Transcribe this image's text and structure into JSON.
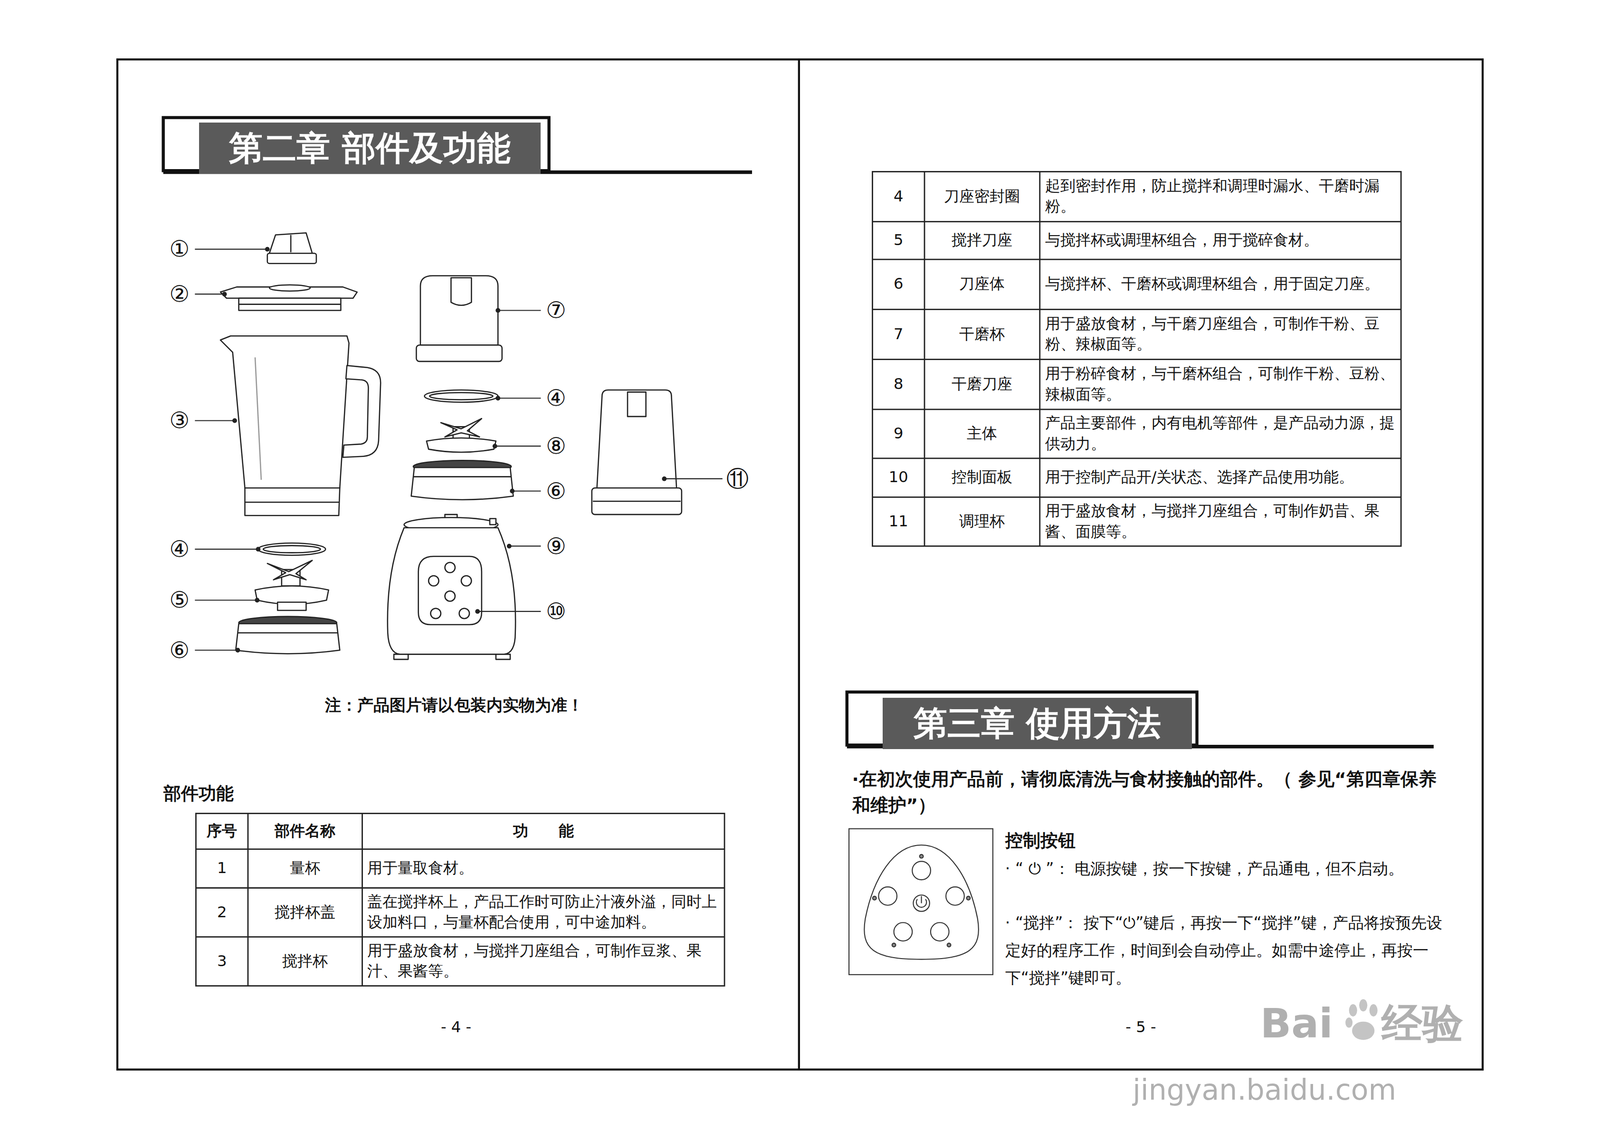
{
  "diagram": {
    "nodes": [
      {
        "text": [
          "第二章 部件及功能"
        ]
      },
      {
        "text": [
          "第三章 使用方法"
        ]
      }
    ],
    "labels": [
      "①",
      "②",
      "③",
      "④",
      "⑤",
      "⑥",
      "⑦",
      "④",
      "⑧",
      "⑥",
      "⑨",
      "⑩",
      "⑪",
      "注：产品图片请以包装内实物为准！",
      "部件功能",
      "序号",
      "部件名称",
      "功　　能",
      "1",
      "量杯",
      "用于量取食材。",
      "2",
      "搅拌杯盖",
      "盖在搅拌杯上，产品工作时可防止汁液外溢，同时上设加料口，与量杯配合使用，可中途加料。",
      "3",
      "搅拌杯",
      "用于盛放食材，与搅拌刀座组合，可制作豆浆、果汁、果酱等。",
      "- 4 -",
      "4",
      "刀座密封圈",
      "起到密封作用，防止搅拌和调理时漏水、干磨时漏粉。",
      "5",
      "搅拌刀座",
      "与搅拌杯或调理杯组合，用于搅碎食材。",
      "6",
      "刀座体",
      "与搅拌杯、干磨杯或调理杯组合，用于固定刀座。",
      "7",
      "干磨杯",
      "用于盛放食材，与干磨刀座组合，可制作干粉、豆粉、辣椒面等。",
      "8",
      "干磨刀座",
      "用于粉碎食材，与干磨杯组合，可制作干粉、豆粉、辣椒面等。",
      "9",
      "主体",
      "产品主要部件，内有电机等部件，是产品动力源，提供动力。",
      "10",
      "控制面板",
      "用于控制产品开/关状态、选择产品使用功能。",
      "11",
      "调理杯",
      "用于盛放食材，与搅拌刀座组合，可制作奶昔、果酱、面膜等。",
      "·在初次使用产品前，请彻底清洗与食材接触的部件。（ 参见“第四章保养和维护”）",
      "控制按钮",
      "· “ ⏻ ”： 电源按键，按一下按键，产品通电，但不启动。",
      "· “搅拌”： 按下“⏻”键后，再按一下“搅拌”键，产品将按预先设定好的程序工作，时间到会自动停止。如需中途停止，再按一下“搅拌”键即可。",
      "- 5 -",
      "Bai",
      "经验",
      "jingyan.baidu.com"
    ]
  }
}
